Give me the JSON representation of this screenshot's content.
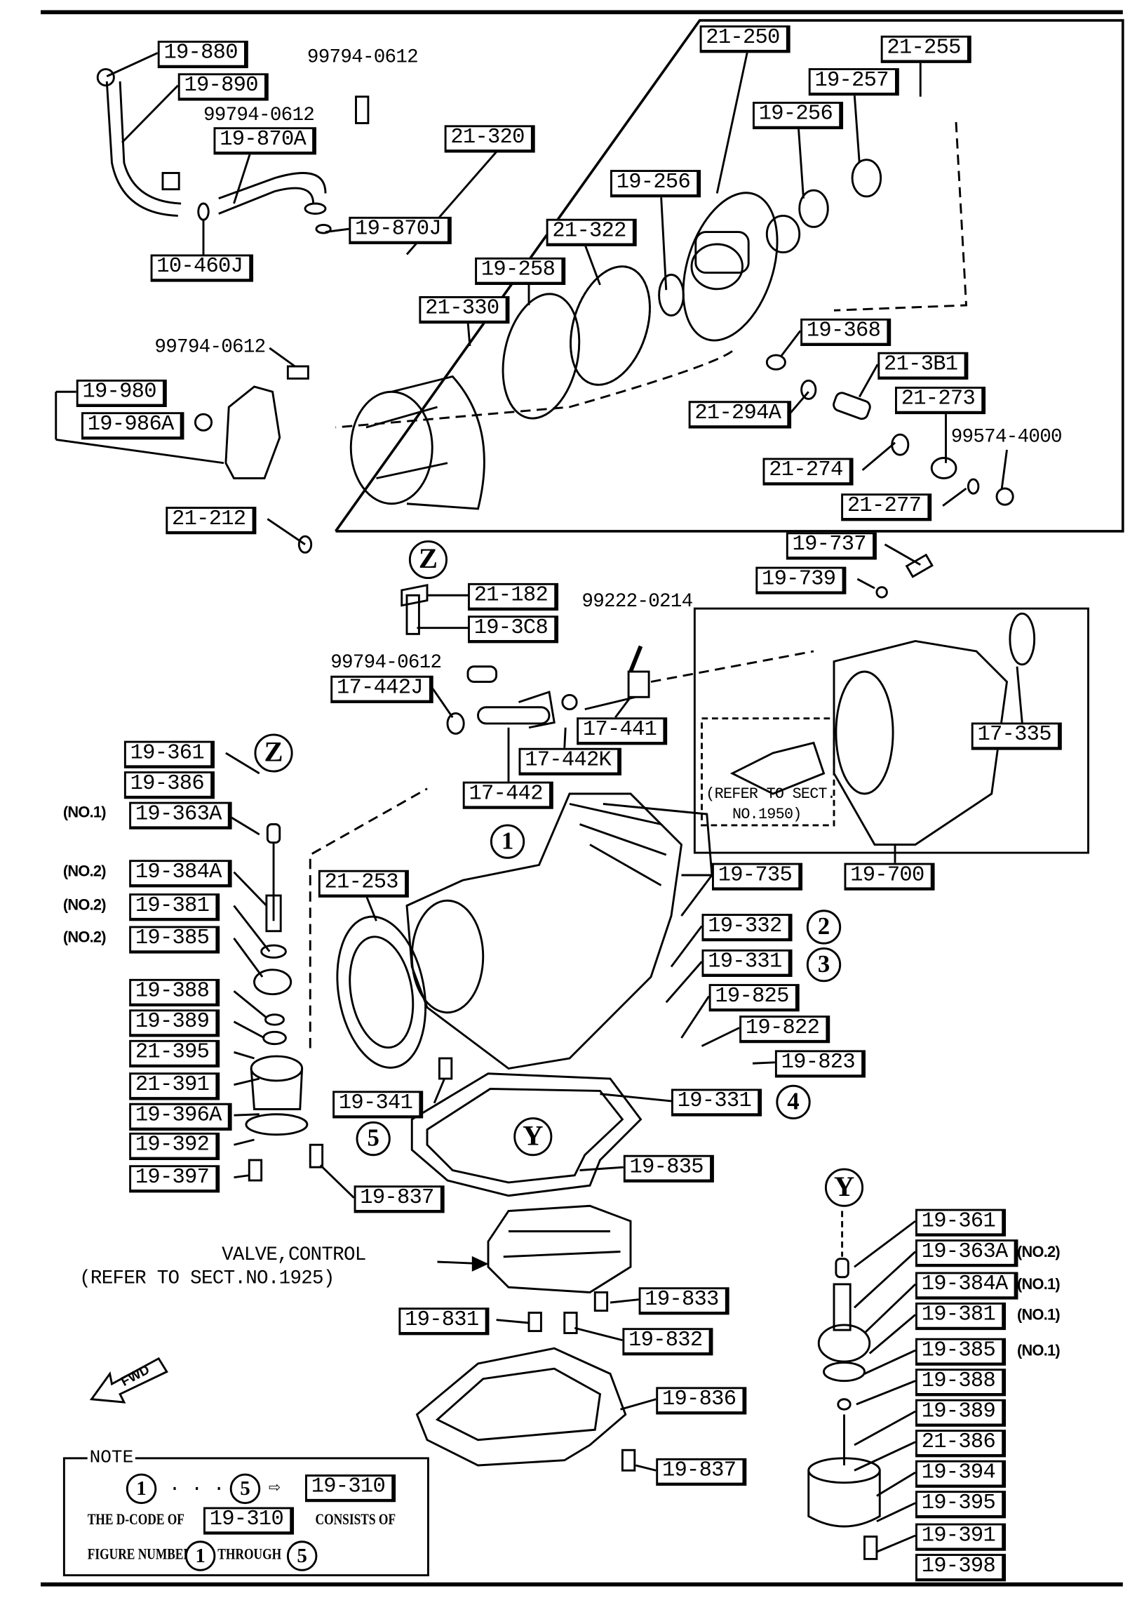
{
  "part_labels": [
    "19-880",
    "19-890",
    "19-870A",
    "10-460J",
    "19-870J",
    "21-320",
    "21-250",
    "21-255",
    "19-257",
    "19-256",
    "19-256",
    "21-322",
    "19-258",
    "21-330",
    "19-368",
    "21-3B1",
    "21-273",
    "21-294A",
    "21-274",
    "21-277",
    "19-980",
    "19-986A",
    "21-212",
    "21-182",
    "19-3C8",
    "17-442J",
    "17-441",
    "17-442K",
    "17-442",
    "19-737",
    "19-739",
    "17-335",
    "19-700",
    "19-735",
    "19-361",
    "19-386",
    "19-363A",
    "19-384A",
    "19-381",
    "19-385",
    "19-388",
    "19-389",
    "21-395",
    "21-391",
    "19-396A",
    "19-392",
    "19-397",
    "21-253",
    "19-332",
    "19-331",
    "19-825",
    "19-822",
    "19-823",
    "19-341",
    "19-331",
    "19-835",
    "19-837",
    "19-833",
    "19-831",
    "19-832",
    "19-836",
    "19-837",
    "19-361",
    "19-363A",
    "19-384A",
    "19-381",
    "19-385",
    "19-388",
    "19-389",
    "21-386",
    "19-394",
    "19-395",
    "19-391",
    "19-398"
  ],
  "plain_texts": [
    "99794-0612",
    "99794-0612",
    "99574-4000",
    "99794-0612",
    "99222-0214",
    "99794-0612",
    "(REFER TO SECT.",
    "NO.1950)",
    "VALVE,CONTROL",
    "(REFER TO SECT.NO.1925)",
    "(NO.1)",
    "(NO.2)",
    "(NO.2)",
    "(NO.2)",
    "(NO.2)",
    "(NO.1)",
    "(NO.1)",
    "(NO.1)"
  ],
  "markers": [
    "Z",
    "Z",
    "Y",
    "Y",
    "1",
    "2",
    "3",
    "4",
    "5"
  ],
  "fwd_label": "FWD",
  "note": {
    "title": "NOTE",
    "from": "1",
    "dots": "· · ·",
    "to": "5",
    "arrow": "⇨",
    "code": "19-310",
    "line2_a": "THE D-CODE OF",
    "line2_code": "19-310",
    "line2_b": "CONSISTS OF",
    "line3_a": "FIGURE NUMBERS",
    "line3_from": "1",
    "line3_mid": "THROUGH",
    "line3_to": "5"
  }
}
